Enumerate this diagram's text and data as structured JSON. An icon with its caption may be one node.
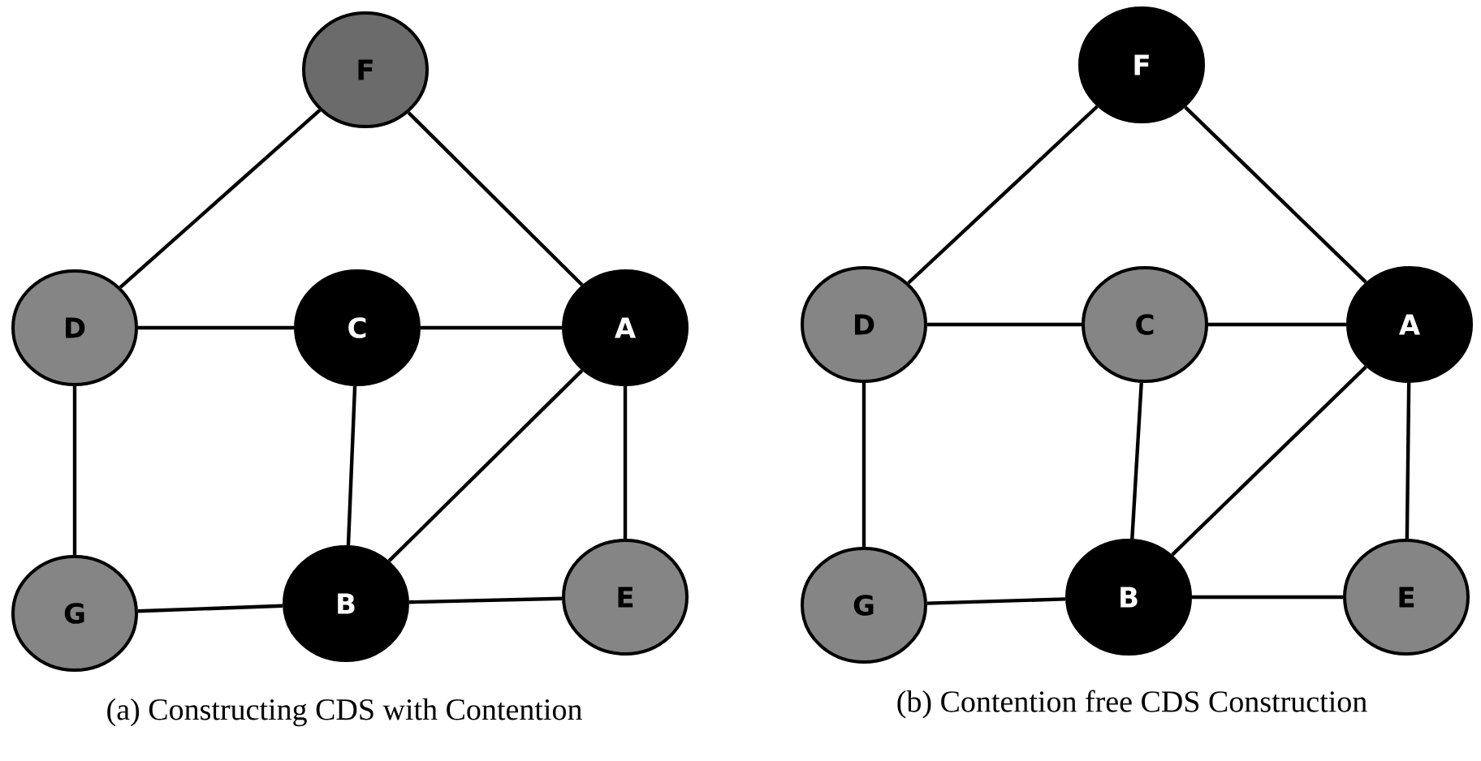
{
  "diagram": {
    "nodes": [
      {
        "text": [
          "F"
        ]
      },
      {
        "text": [
          "D"
        ]
      },
      {
        "text": [
          "C"
        ]
      },
      {
        "text": [
          "A"
        ]
      },
      {
        "text": [
          "G"
        ]
      },
      {
        "text": [
          "B"
        ]
      },
      {
        "text": [
          "E"
        ]
      },
      {
        "text": [
          "F"
        ]
      },
      {
        "text": [
          "D"
        ]
      },
      {
        "text": [
          "C"
        ]
      },
      {
        "text": [
          "A"
        ]
      },
      {
        "text": [
          "G"
        ]
      },
      {
        "text": [
          "B"
        ]
      },
      {
        "text": [
          "E"
        ]
      }
    ],
    "edges": [
      {
        "from": 0,
        "to": 1,
        "arrow": "none"
      },
      {
        "from": 0,
        "to": 3,
        "arrow": "none"
      },
      {
        "from": 1,
        "to": 2,
        "arrow": "none"
      },
      {
        "from": 2,
        "to": 3,
        "arrow": "none"
      },
      {
        "from": 1,
        "to": 4,
        "arrow": "none"
      },
      {
        "from": 2,
        "to": 5,
        "arrow": "none"
      },
      {
        "from": 3,
        "to": 5,
        "arrow": "none"
      },
      {
        "from": 3,
        "to": 6,
        "arrow": "none"
      },
      {
        "from": 4,
        "to": 5,
        "arrow": "none"
      },
      {
        "from": 5,
        "to": 6,
        "arrow": "none"
      },
      {
        "from": 7,
        "to": 8,
        "arrow": "none"
      },
      {
        "from": 7,
        "to": 10,
        "arrow": "none"
      },
      {
        "from": 8,
        "to": 9,
        "arrow": "none"
      },
      {
        "from": 9,
        "to": 10,
        "arrow": "none"
      },
      {
        "from": 8,
        "to": 11,
        "arrow": "none"
      },
      {
        "from": 9,
        "to": 12,
        "arrow": "none"
      },
      {
        "from": 10,
        "to": 12,
        "arrow": "none"
      },
      {
        "from": 10,
        "to": 13,
        "arrow": "none"
      },
      {
        "from": 11,
        "to": 12,
        "arrow": "none"
      },
      {
        "from": 12,
        "to": 13,
        "arrow": "none"
      }
    ],
    "labels": [
      "(a) Constructing CDS with Contention",
      "(b) Contention free CDS Construction"
    ]
  }
}
